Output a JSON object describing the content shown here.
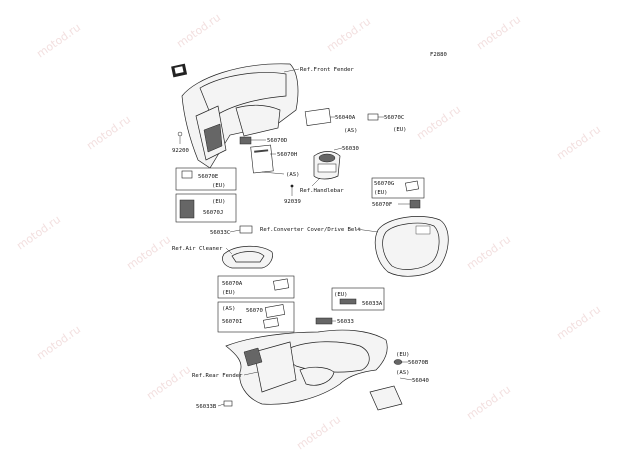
{
  "figure_code": "F2880",
  "watermark": "motod.ru",
  "references": {
    "front_fender": "Ref.Front Fender",
    "handlebar": "Ref.Handlebar",
    "converter_cover": "Ref.Converter Cover/Drive Belt",
    "air_cleaner": "Ref.Air Cleaner",
    "rear_fender": "Ref.Rear Fender"
  },
  "parts": {
    "p92200": "92200",
    "p56070D": "56070D",
    "p56070H": "56070H",
    "p56070H_note": "(AS)",
    "p56040A": "56040A",
    "p56040A_note": "(AS)",
    "p56070C": "56070C",
    "p56070C_note": "(EU)",
    "p56030": "56030",
    "p56070E": "56070E",
    "p56070E_note": "(EU)",
    "p56070J_note": "(EU)",
    "p56070J": "56070J",
    "p92039": "92039",
    "p56070G": "56070G",
    "p56070G_note": "(EU)",
    "p56070F": "56070F",
    "p56033C": "56033C",
    "p56070A": "56070A",
    "p56070A_note": "(EU)",
    "p56070_note": "(AS)",
    "p56070": "56070",
    "p56070I": "56070I",
    "p56033A_note": "(EU)",
    "p56033A": "56033A",
    "p56033": "56033",
    "p56070B_note": "(EU)",
    "p56070B": "56070B",
    "p56040_note": "(AS)",
    "p56040": "56040",
    "p56033B": "56033B"
  }
}
